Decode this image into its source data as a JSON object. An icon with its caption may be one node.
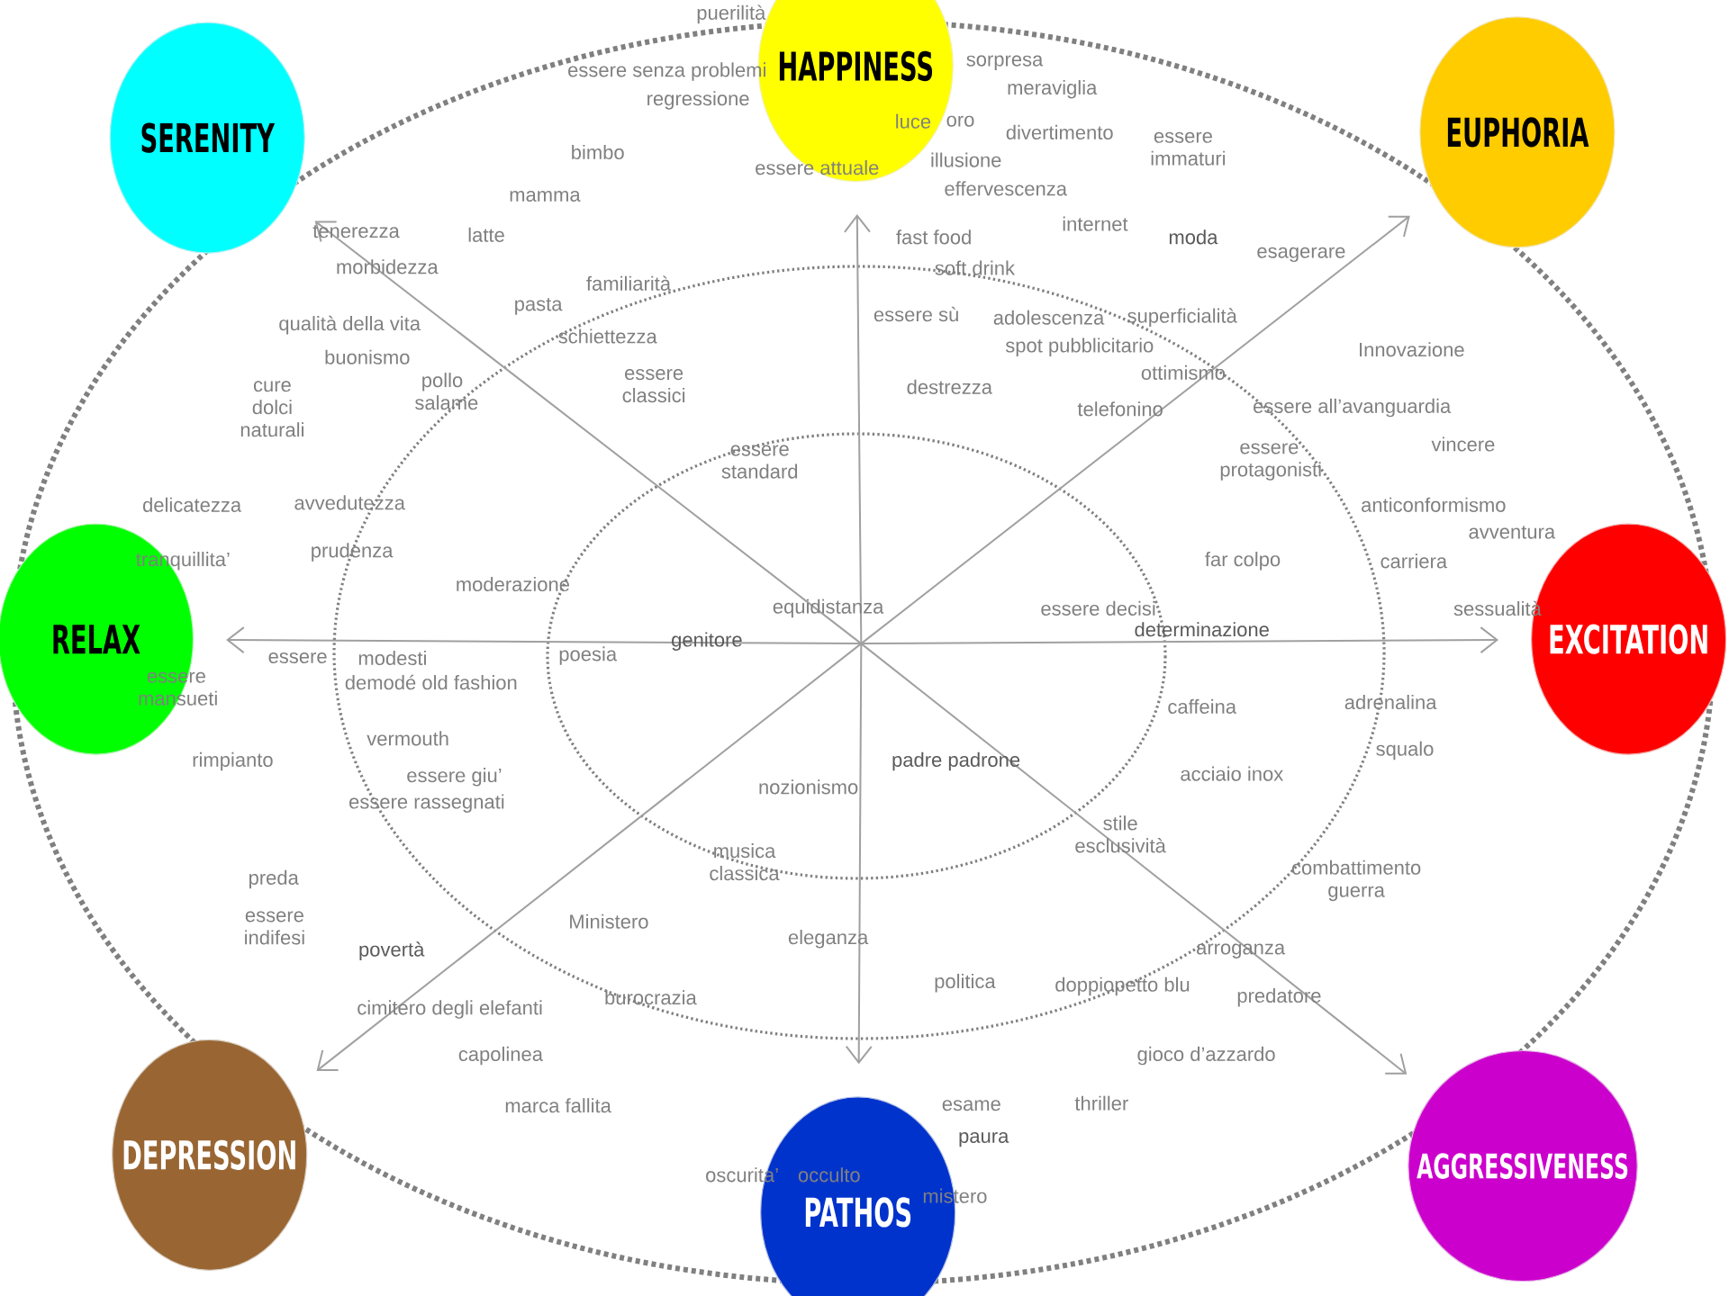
{
  "diagram": {
    "nodes": [
      {
        "text": [
          "SERENITY"
        ]
      },
      {
        "text": [
          "HAPPINESS"
        ]
      },
      {
        "text": [
          "EUPHORIA"
        ]
      },
      {
        "text": [
          "RELAX"
        ]
      },
      {
        "text": [
          "EXCITATION"
        ]
      },
      {
        "text": [
          "DEPRESSION"
        ]
      },
      {
        "text": [
          "PATHOS"
        ]
      },
      {
        "text": [
          "AGGRESSIVENESS"
        ]
      }
    ],
    "edges": [
      {
        "from": null,
        "to": 0,
        "arrow": "to"
      },
      {
        "from": null,
        "to": 1,
        "arrow": "to"
      },
      {
        "from": null,
        "to": 2,
        "arrow": "to"
      },
      {
        "from": null,
        "to": 3,
        "arrow": "to"
      },
      {
        "from": null,
        "to": 4,
        "arrow": "to"
      },
      {
        "from": null,
        "to": 5,
        "arrow": "to"
      },
      {
        "from": null,
        "to": 6,
        "arrow": "to"
      },
      {
        "from": null,
        "to": 7,
        "arrow": "to"
      }
    ],
    "labels": [
      "puerilità",
      "essere senza problemi",
      "sorpresa",
      "meraviglia",
      "regressione",
      "luce",
      "oro",
      "divertimento",
      "essere immaturi",
      "bimbo",
      "illusione",
      "essere attuale",
      "effervescenza",
      "mamma",
      "internet",
      "tenerezza",
      "latte",
      "fast food",
      "moda",
      "esagerare",
      "morbidezza",
      "soft drink",
      "familiarità",
      "pasta",
      "qualità della vita",
      "schiettezza",
      "essere sù",
      "adolescenza",
      "superficialità",
      "spot pubblicitario",
      "Innovazione",
      "buonismo",
      "ottimismo",
      "pollo salame",
      "essere classici",
      "destrezza",
      "cure dolci naturali",
      "telefonino",
      "essere all’avanguardia",
      "vincere",
      "essere standard",
      "essere protagonisti",
      "delicatezza",
      "avvedutezza",
      "anticonformismo",
      "avventura",
      "prudenza",
      "tranquillita’",
      "far colpo",
      "carriera",
      "moderazione",
      "equidistanza",
      "essere decisi",
      "sessualità",
      "determinazione",
      "essere mansueti",
      "genitore",
      "essere",
      "modesti",
      "poesia",
      "demodé old fashion",
      "caffeina",
      "adrenalina",
      "vermouth",
      "squalo",
      "rimpianto",
      "essere  giu’",
      "nozionismo",
      "padre padrone",
      "acciaio inox",
      "essere rassegnati",
      "stile esclusività",
      "musica classica",
      "combattimento guerra",
      "preda",
      "essere indifesi",
      "Ministero",
      "eleganza",
      "povertà",
      "arroganza",
      "politica",
      "doppiopetto blu",
      "burocrazia",
      "predatore",
      "cimitero degli elefanti",
      "capolinea",
      "gioco d’azzardo",
      "marca fallita",
      "esame",
      "thriller",
      "paura",
      "oscurita’",
      "occulto",
      "mistero"
    ]
  }
}
